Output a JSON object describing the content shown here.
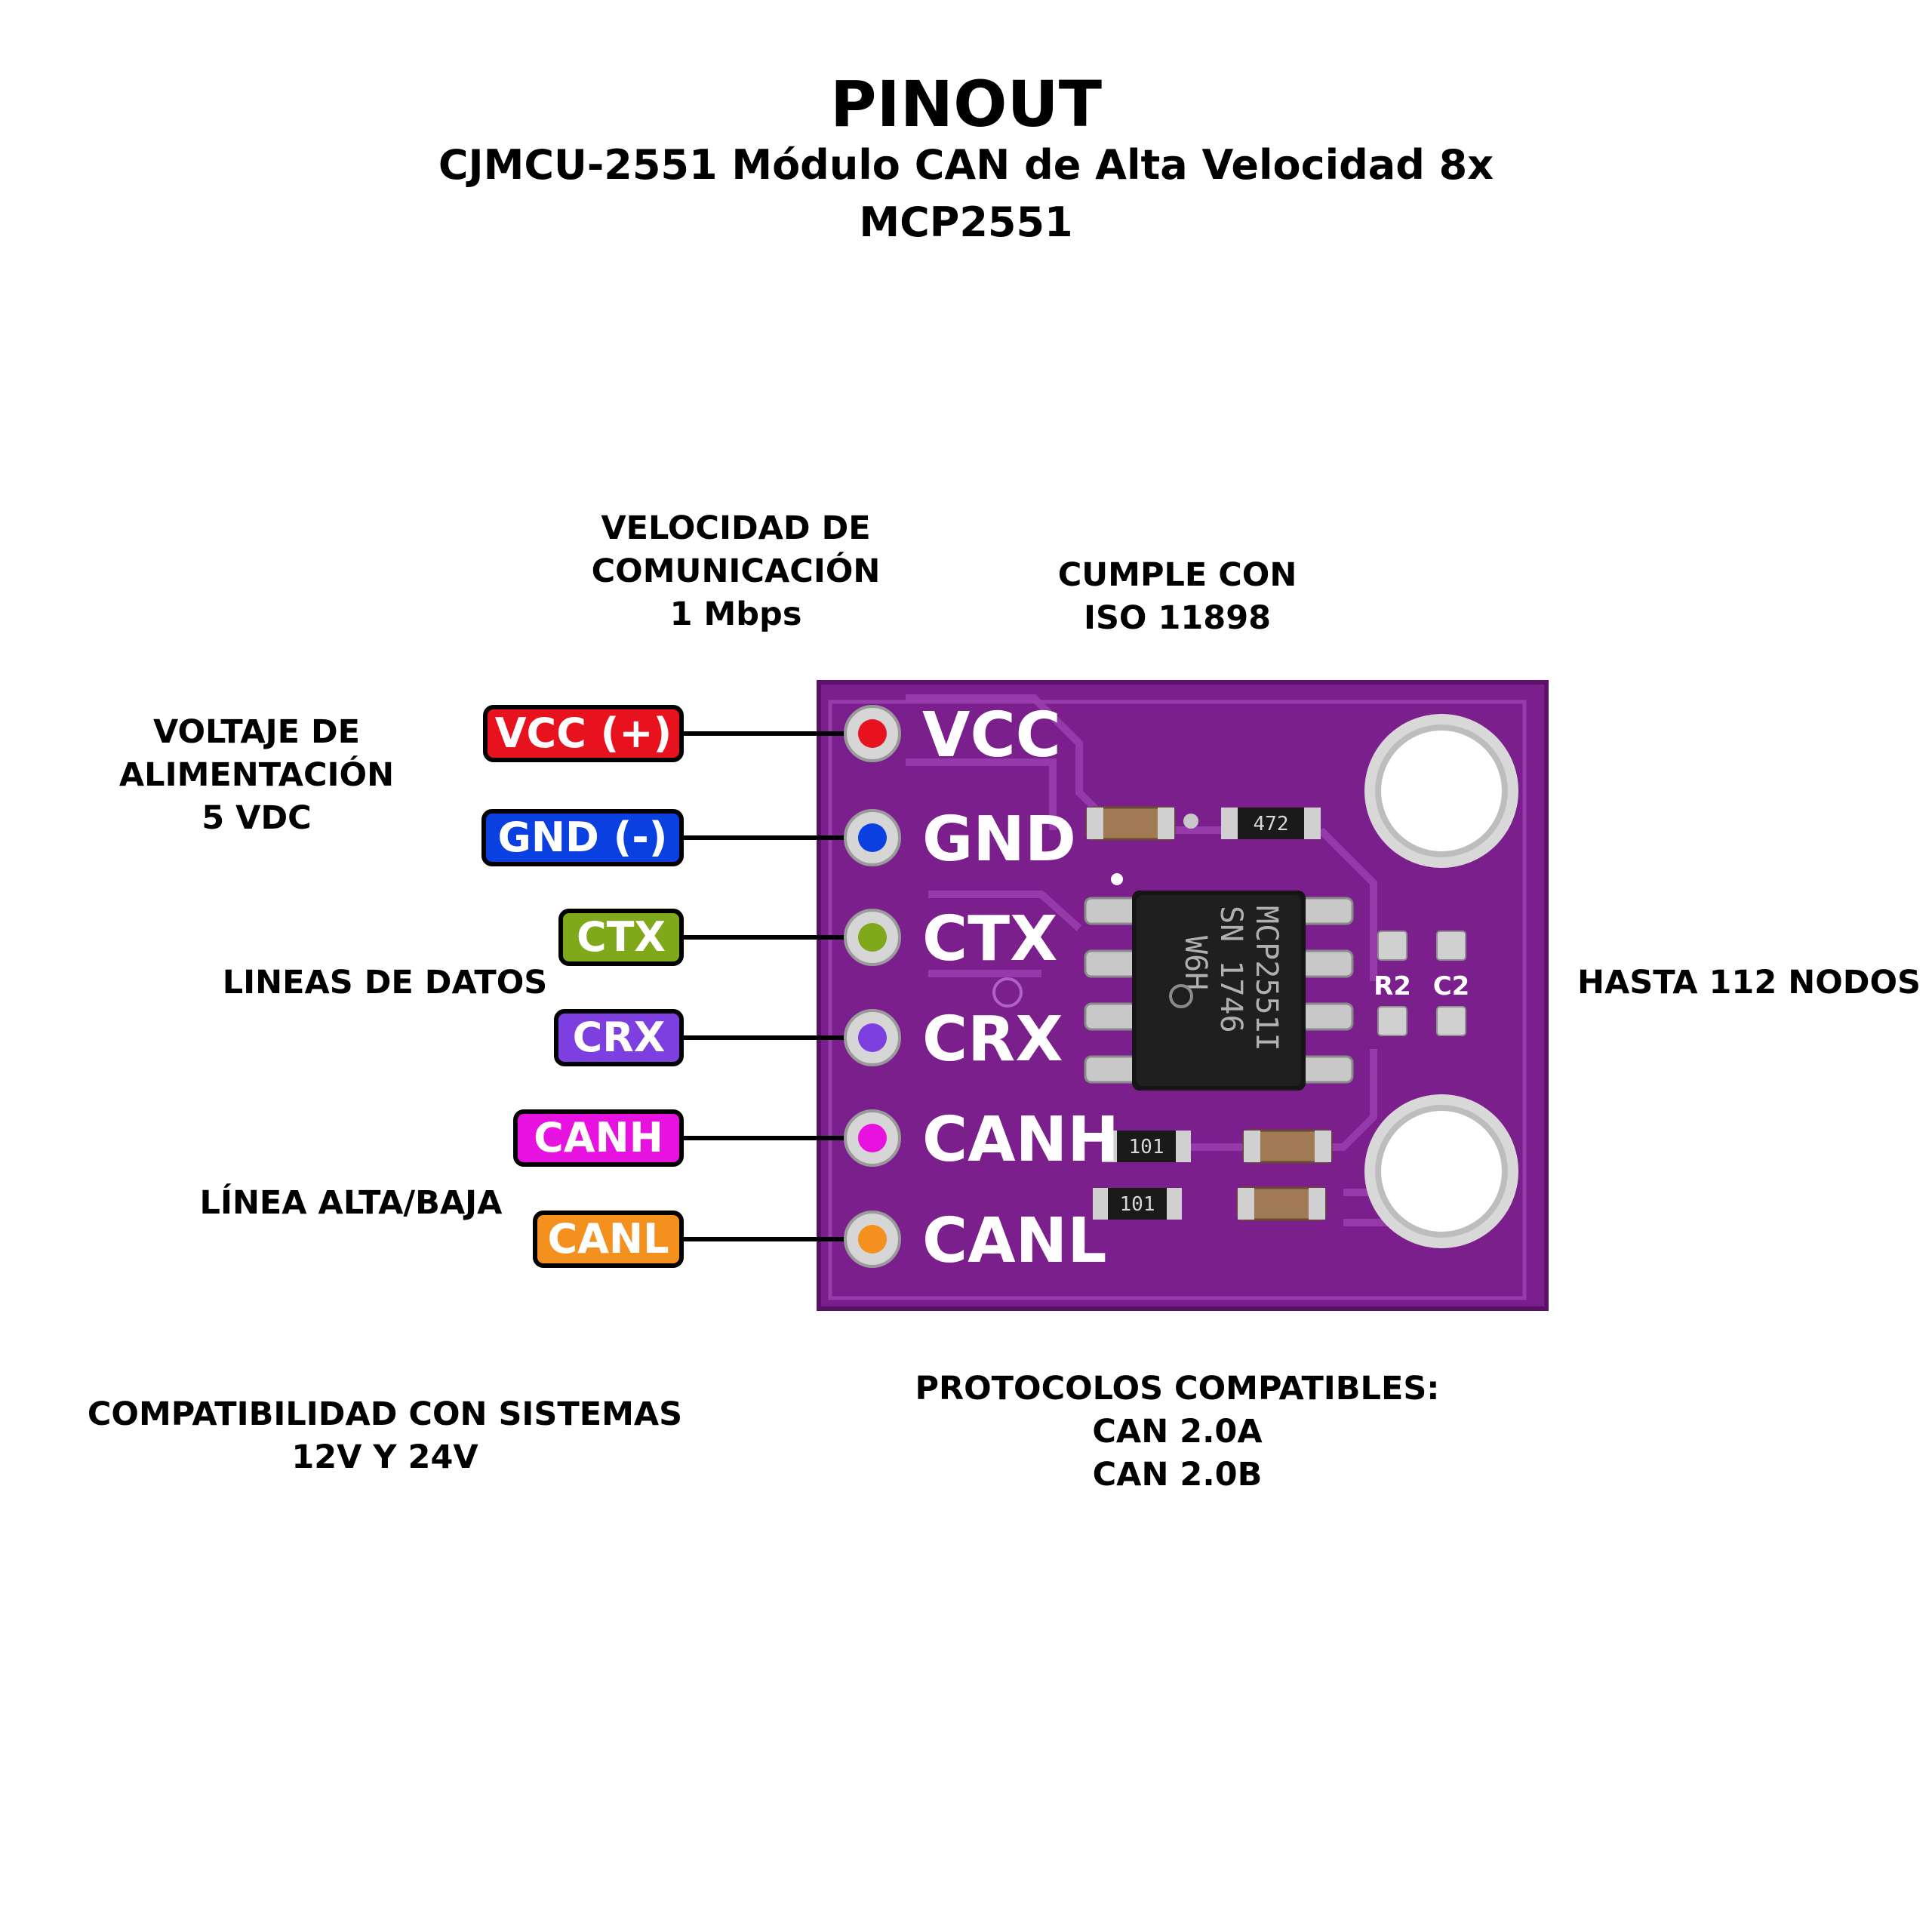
{
  "title": {
    "main": "PINOUT",
    "line1": "CJMCU-2551 Módulo CAN de Alta Velocidad 8x",
    "line2": "MCP2551"
  },
  "notes": {
    "speed": [
      "VELOCIDAD DE",
      "COMUNICACIÓN",
      "1 Mbps"
    ],
    "iso": [
      "CUMPLE CON",
      "ISO 11898"
    ],
    "voltage": [
      "VOLTAJE DE",
      "ALIMENTACIÓN",
      "5 VDC"
    ],
    "data_lines": [
      "LINEAS DE DATOS"
    ],
    "nodes": [
      "HASTA 112 NODOS"
    ],
    "high_low": [
      "LÍNEA ALTA/BAJA"
    ],
    "compat": [
      "COMPATIBILIDAD CON SISTEMAS",
      "12V Y 24V"
    ],
    "protocols": [
      "PROTOCOLOS COMPATIBLES:",
      "CAN 2.0A",
      "CAN 2.0B"
    ]
  },
  "pins": [
    {
      "tag": "VCC (+)",
      "silk": "VCC",
      "color": "#e8121f"
    },
    {
      "tag": "GND (-)",
      "silk": "GND",
      "color": "#0a3fe0"
    },
    {
      "tag": "CTX",
      "silk": "CTX",
      "color": "#7fa81a"
    },
    {
      "tag": "CRX",
      "silk": "CRX",
      "color": "#7d3fe0"
    },
    {
      "tag": "CANH",
      "silk": "CANH",
      "color": "#e812e0"
    },
    {
      "tag": "CANL",
      "silk": "CANL",
      "color": "#f4901e"
    }
  ],
  "board": {
    "color": "#7a1f8c",
    "chip_text": [
      "MCP2551I",
      "SN 1746",
      "W6H"
    ],
    "resistor_472": "472",
    "resistor_101a": "101",
    "resistor_101b": "101",
    "label_r2": "R2",
    "label_c2": "C2"
  }
}
